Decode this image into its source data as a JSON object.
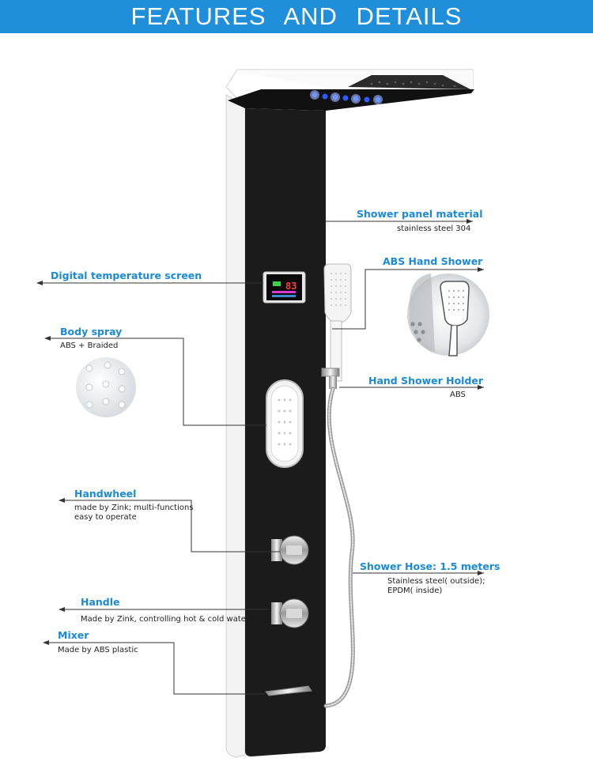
{
  "header": {
    "title": "FEATURES  AND  DETAILS"
  },
  "colors": {
    "banner": "#1f8fdc",
    "label": "#1a8ad8",
    "panel": "#1b1b1b",
    "led": "#2f5bff"
  },
  "callouts": {
    "shower_panel_material": {
      "title": "Shower panel material",
      "desc": "stainless steel 304"
    },
    "digital_screen": {
      "title": "Digital temperature screen"
    },
    "abs_hand_shower": {
      "title": "ABS Hand Shower"
    },
    "body_spray": {
      "title": "Body spray",
      "desc": "ABS + Braided"
    },
    "hand_shower_holder": {
      "title": "Hand Shower Holder",
      "desc": "ABS"
    },
    "handwheel": {
      "title": "Handwheel",
      "desc1": "made by Zink;  multi-functions",
      "desc2": "easy to operate"
    },
    "shower_hose": {
      "title": "Shower Hose: 1.5 meters",
      "desc1": "Stainless steel( outside);",
      "desc2": "EPDM( inside)"
    },
    "handle": {
      "title": "Handle",
      "desc": "Made by Zink, controlling hot & cold water"
    },
    "mixer": {
      "title": "Mixer",
      "desc": "Made by ABS plastic"
    }
  },
  "display": {
    "temperature": "83"
  }
}
